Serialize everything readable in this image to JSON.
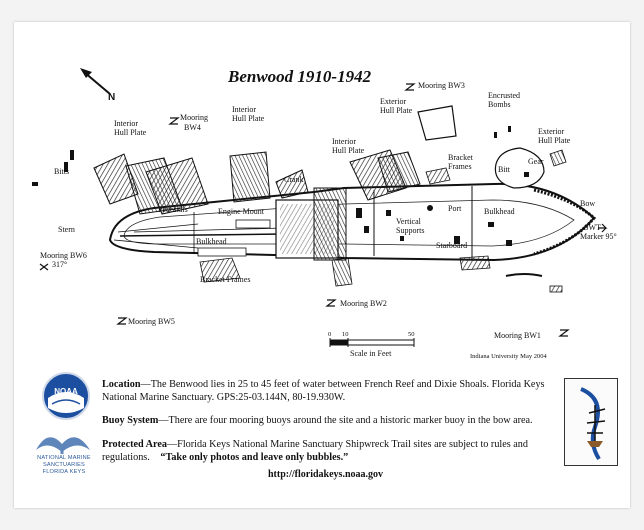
{
  "title": "Benwood 1910-1942",
  "north": "N",
  "labels": {
    "mooring_bw3": "Mooring BW3",
    "mooring_bw4_a": "Mooring",
    "mooring_bw4_b": "BW4",
    "interior_hull_1_a": "Interior",
    "interior_hull_1_b": "Hull Plate",
    "interior_hull_2_a": "Interior",
    "interior_hull_2_b": "Hull Plate",
    "interior_hull_3_a": "Interior",
    "interior_hull_3_b": "Hull Plate",
    "exterior_hull_1_a": "Exterior",
    "exterior_hull_1_b": "Hull Plate",
    "exterior_hull_2_a": "Exterior",
    "exterior_hull_2_b": "Hull Plate",
    "encrusted_a": "Encrusted",
    "encrusted_b": "Bombs",
    "bitts_left": "Bitts",
    "bitt": "Bitt",
    "gear": "Gear",
    "crank": "Crank",
    "bracket_frames_top_a": "Bracket",
    "bracket_frames_top_b": "Frames",
    "pedestals": "Pedestals",
    "engine_mount": "Engine Mount",
    "stern": "Stern",
    "bow": "Bow",
    "port": "Port",
    "bulkhead_right": "Bulkhead",
    "bulkhead_left": "Bulkhead",
    "vertical_a": "Vertical",
    "vertical_b": "Supports",
    "starboard": "Starboard",
    "swt_a": "SWT",
    "swt_b": "Marker 95°",
    "mooring_bw6_a": "Mooring BW6",
    "mooring_bw6_b": "317°",
    "bracket_frames_bottom": "Bracket Frames",
    "mooring_bw2": "Mooring BW2",
    "mooring_bw5": "Mooring BW5",
    "mooring_bw1": "Mooring BW1",
    "credit": "Indiana University May 2004"
  },
  "scale": {
    "ticks": [
      "0",
      "10",
      "50"
    ],
    "label": "Scale in Feet"
  },
  "info": {
    "location_label": "Location",
    "location_text": "—The Benwood lies in 25 to 45 feet of water between French Reef and Dixie Shoals. Florida Keys National Marine Sanctuary. GPS:25-03.144N, 80-19.930W.",
    "buoy_label": "Buoy System",
    "buoy_text": "—There are four mooring buoys around the site and a historic marker buoy in the bow area.",
    "protected_label": "Protected Area",
    "protected_text": "—Florida Keys National Marine Sanctuary Shipwreck Trail sites are subject to rules and regulations.",
    "quote": "“Take only photos and leave only bubbles.”",
    "url": "http://floridakeys.noaa.gov"
  },
  "logos": {
    "noaa": "NOAA",
    "sanctuaries_a": "NATIONAL MARINE",
    "sanctuaries_b": "SANCTUARIES",
    "sanctuaries_c": "FLORIDA KEYS"
  },
  "colors": {
    "noaa_blue": "#1d4fa0",
    "sanctuary_blue": "#2c5a9a"
  }
}
